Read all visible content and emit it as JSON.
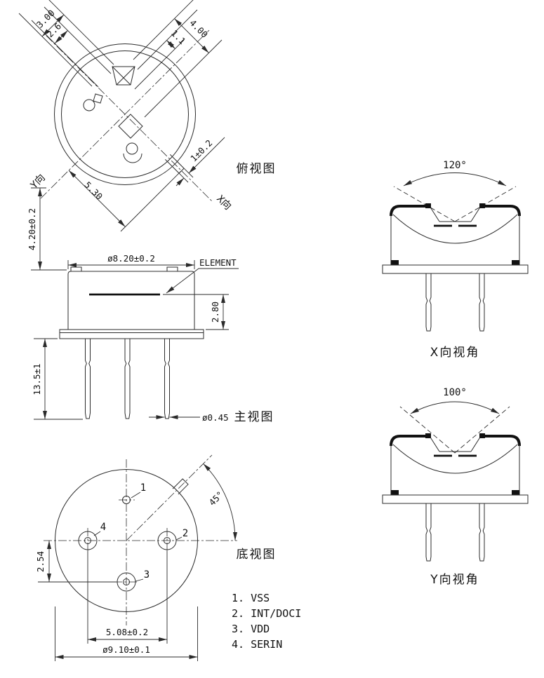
{
  "drawing": {
    "colors": {
      "line": "#2b2b2b",
      "text": "#111111",
      "background": "#ffffff"
    },
    "views": {
      "top": {
        "title": "俯视图",
        "axis_x": "X向",
        "axis_y": "Y向",
        "dim_3_00": "3.00",
        "dim_2_6": "2.6",
        "dim_4_00": "4.00",
        "dim_1_1": "1.1",
        "dim_tab": "1±0.2",
        "dim_5_30": "5.30"
      },
      "front": {
        "title": "主视图",
        "dim_cap_dia": "ø8.20±0.2",
        "element_label": "ELEMENT",
        "dim_element_h": "2.80",
        "dim_cap_h": "4.20±0.2",
        "dim_pin_len": "13.5±1",
        "dim_pin_dia": "ø0.45"
      },
      "bottom": {
        "title": "底视图",
        "dim_angle": "45°",
        "dim_pitch": "2.54",
        "dim_span": "5.08±0.2",
        "dim_dia": "ø9.10±0.1",
        "pin_1": "1",
        "pin_2": "2",
        "pin_3": "3",
        "pin_4": "4"
      },
      "fov_x": {
        "title": "X向视角",
        "angle": "120°"
      },
      "fov_y": {
        "title": "Y向视角",
        "angle": "100°"
      }
    },
    "pin_list": [
      "1. VSS",
      "2. INT/DOCI",
      "3. VDD",
      "4. SERIN"
    ]
  }
}
